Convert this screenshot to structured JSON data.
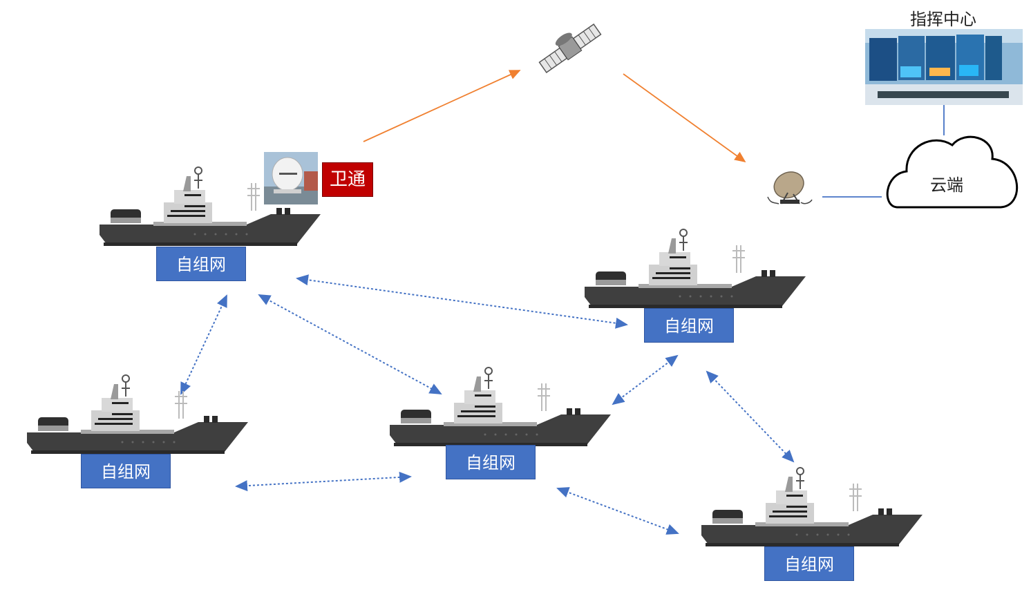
{
  "command_center": {
    "title": "指挥中心"
  },
  "cloud": {
    "label": "云端"
  },
  "satcom_tag": {
    "label": "卫通",
    "color": "#c00000"
  },
  "ships": [
    {
      "id": "ship-1",
      "label": "自组网"
    },
    {
      "id": "ship-2",
      "label": "自组网"
    },
    {
      "id": "ship-3",
      "label": "自组网"
    },
    {
      "id": "ship-4",
      "label": "自组网"
    },
    {
      "id": "ship-5",
      "label": "自组网"
    }
  ],
  "colors": {
    "satellite_link": "#f08030",
    "mesh_link": "#4472c4",
    "label_box": "#4472c4",
    "ship_hull": "#3f3f3f"
  },
  "icons": [
    "satellite-icon",
    "ground-station-dish-icon",
    "cloud-icon",
    "command-center-screen-icon",
    "satellite-dome-antenna-icon",
    "ship-icon"
  ]
}
